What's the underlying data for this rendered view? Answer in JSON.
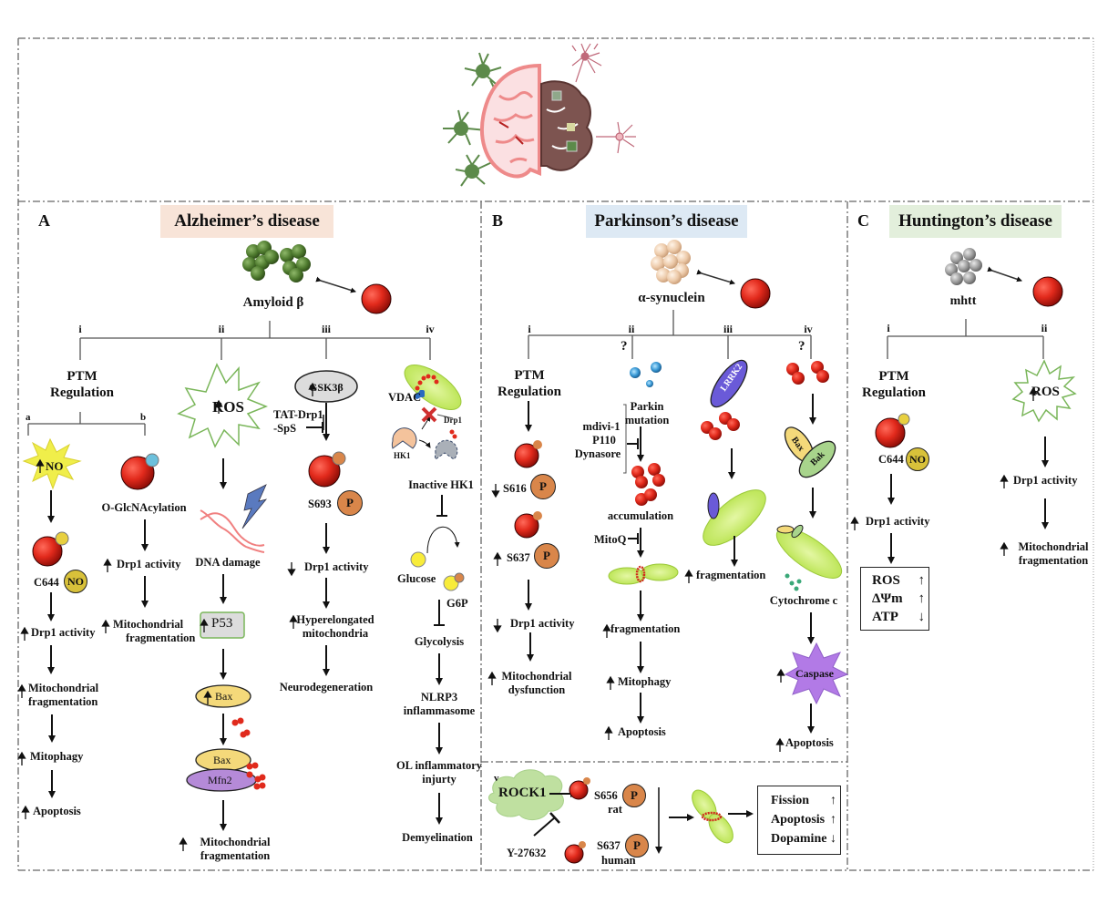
{
  "figure": {
    "top_panel": {
      "icon": "brain-neurodegeneration-illustration"
    },
    "panels": [
      {
        "letter": "A",
        "title": "Alzheimer’s disease",
        "title_color": "#f8e4d8",
        "aggregate": "Amyloid β",
        "aggregate_color": "#4e7a2e"
      },
      {
        "letter": "B",
        "title": "Parkinson’s disease",
        "title_color": "#dde9f4",
        "aggregate": "α-synuclein",
        "aggregate_color": "#ecc9a8"
      },
      {
        "letter": "C",
        "title": "Huntington’s disease",
        "title_color": "#e3efdc",
        "aggregate": "mhtt",
        "aggregate_color": "#9a9a9a"
      }
    ],
    "alzheimers": {
      "branches": [
        "i",
        "ii",
        "iii",
        "iv"
      ],
      "i": {
        "heading": [
          "PTM",
          "Regulation"
        ],
        "sub": [
          "a",
          "b"
        ],
        "a": {
          "trigger": "NO",
          "site": "C644",
          "site_mod": "NO",
          "steps": [
            "Drp1 activity",
            "Mitochondrial",
            "fragmentation",
            "Mitophagy",
            "Apoptosis"
          ]
        },
        "b": {
          "mod": "O-GlcNAcylation",
          "steps": [
            "Drp1 activity",
            "Mitochondrial",
            "fragmentation"
          ]
        }
      },
      "ii": {
        "trigger": "ROS",
        "dna": "DNA damage",
        "p53": "P53",
        "bax": "Bax",
        "bax2": "Bax",
        "mfn2": "Mfn2",
        "end": [
          "Mitochondrial",
          "fragmentation"
        ]
      },
      "iii": {
        "kinase": "GSK3β",
        "inhibitor": [
          "TAT-Drp1",
          "-SpS"
        ],
        "site": "S693",
        "site_mod": "P",
        "steps": [
          "Drp1 activity",
          "Hyperelongated",
          "mitochondria",
          "Neurodegeneration"
        ]
      },
      "iv": {
        "vdac": "VDAC",
        "drp1": "Drp1",
        "hk1": "HK1",
        "inactive": "Inactive HK1",
        "glucose": "Glucose",
        "g6p": "G6P",
        "steps": [
          "Glycolysis",
          "NLRP3",
          "inflammasome",
          "OL inflammatory",
          "injurty",
          "Demyelination"
        ]
      }
    },
    "parkinsons": {
      "branches": [
        "i",
        "ii",
        "iii",
        "iv",
        "v"
      ],
      "question_mark": "?",
      "i": {
        "heading": [
          "PTM",
          "Regulation"
        ],
        "site1": "S616",
        "site2": "S637",
        "site_mod": "P",
        "steps": [
          "Drp1 activity",
          "Mitochondrial",
          "dysfunction"
        ]
      },
      "ii": {
        "parkin": [
          "Parkin",
          "mutation"
        ],
        "inhibitors": [
          "mdivi-1",
          "P110",
          "Dynasore"
        ],
        "accum": "accumulation",
        "mitoq": "MitoQ",
        "steps": [
          "fragmentation",
          "Mitophagy",
          "Apoptosis"
        ]
      },
      "iii": {
        "kinase": "LRRK2",
        "steps": [
          "fragmentation"
        ]
      },
      "iv": {
        "bax": "Bax",
        "bak": "Bak",
        "cyto": "Cytochrome c",
        "caspase": "Caspase",
        "steps": [
          "Apoptosis"
        ]
      },
      "v": {
        "kinase": "ROCK1",
        "inhibitor": "Y-27632",
        "site1": "S656",
        "species1": "rat",
        "site2": "S637",
        "species2": "human",
        "site_mod": "P",
        "outcomes": [
          {
            "label": "Fission",
            "dir": "up"
          },
          {
            "label": "Apoptosis",
            "dir": "up"
          },
          {
            "label": "Dopamine",
            "dir": "down"
          }
        ]
      }
    },
    "huntingtons": {
      "branches": [
        "i",
        "ii"
      ],
      "i": {
        "heading": [
          "PTM",
          "Regulation"
        ],
        "site": "C644",
        "site_mod": "NO",
        "steps": [
          "Drp1 activity"
        ],
        "outcomes": [
          {
            "label": "ROS",
            "dir": "up"
          },
          {
            "label": "ΔΨm",
            "dir": "up"
          },
          {
            "label": "ATP",
            "dir": "down"
          }
        ]
      },
      "ii": {
        "trigger": "ROS",
        "steps": [
          "Drp1 activity",
          "Mitochondrial",
          "fragmentation"
        ]
      }
    }
  }
}
